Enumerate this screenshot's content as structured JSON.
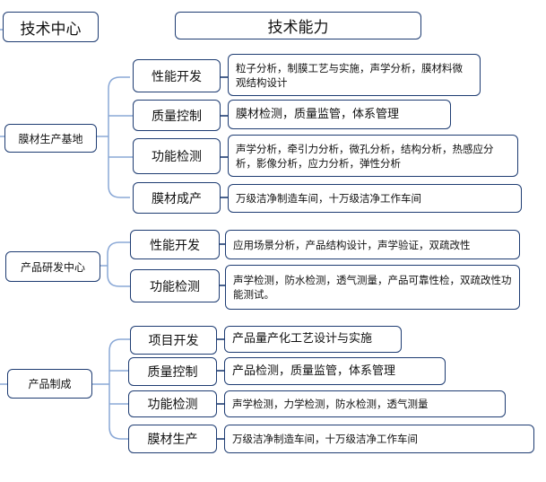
{
  "header": {
    "left_title": "技术中心",
    "right_title": "技术能力"
  },
  "sections": [
    {
      "center": "膜材生产基地",
      "rows": [
        {
          "category": "性能开发",
          "detail": "粒子分析，制膜工艺与实施，声学分析，膜材料微观结构设计"
        },
        {
          "category": "质量控制",
          "detail": "膜材检测，质量监管，体系管理"
        },
        {
          "category": "功能检测",
          "detail": "声学分析，牵引力分析，微孔分析，结构分析，热感应分析，影像分析，应力分析，弹性分析"
        },
        {
          "category": "膜材成产",
          "detail": "万级洁净制造车间，十万级洁净工作车间"
        }
      ]
    },
    {
      "center": "产品研发中心",
      "rows": [
        {
          "category": "性能开发",
          "detail": "应用场景分析，产品结构设计，声学验证，双疏改性"
        },
        {
          "category": "功能检测",
          "detail": "声学检测，防水检测，透气测量，产品可靠性检，双疏改性功能测试。"
        }
      ]
    },
    {
      "center": "产品制成",
      "rows": [
        {
          "category": "项目开发",
          "detail": "产品量产化工艺设计与实施"
        },
        {
          "category": "质量控制",
          "detail": "产品检测，质量监管，体系管理"
        },
        {
          "category": "功能检测",
          "detail": "声学检测，力学检测，防水检测，透气测量"
        },
        {
          "category": "膜材生产",
          "detail": "万级洁净制造车间，十万级洁净工作车间"
        }
      ]
    }
  ]
}
